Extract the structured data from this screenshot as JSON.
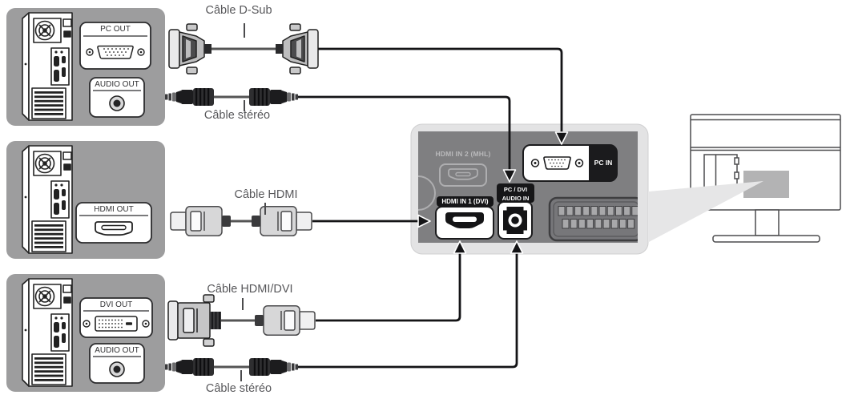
{
  "figure": {
    "type": "pc-to-tv-connection-diagram",
    "language": "fr"
  },
  "cable_labels": {
    "dsub": "Câble D-Sub",
    "stereo_top": "Câble stéréo",
    "hdmi": "Câble HDMI",
    "hdmi_dvi": "Câble HDMI/DVI",
    "stereo_bottom": "Câble stéréo"
  },
  "pc_ports": {
    "pc_out": "PC OUT",
    "audio_out_top": "AUDIO OUT",
    "hdmi_out": "HDMI OUT",
    "dvi_out": "DVI OUT",
    "audio_out_bottom": "AUDIO OUT"
  },
  "tv_ports": {
    "hdmi_in_2": "HDMI IN 2 (MHL)",
    "pc_in": "PC IN",
    "hdmi_in_1": "HDMI IN 1 (DVI)",
    "pc_dvi_audio_line1": "PC / DVI",
    "pc_dvi_audio_line2": "AUDIO IN"
  },
  "colors": {
    "device_box": "#9d9d9e",
    "panel_outer": "#e3e3e4",
    "panel_inner": "#7f7f81",
    "inactive_port": "#aeaeb0",
    "port_label_bg": "#161618",
    "highlight_area": "#b3b3b4",
    "label_text": "#57575a"
  }
}
